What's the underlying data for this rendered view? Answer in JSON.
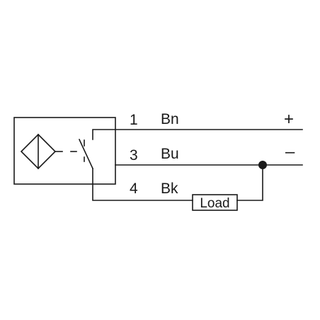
{
  "diagram": {
    "terminals": [
      {
        "number": "1",
        "code": "Bn",
        "polarity": "+"
      },
      {
        "number": "3",
        "code": "Bu",
        "polarity": "–"
      },
      {
        "number": "4",
        "code": "Bk",
        "polarity": ""
      }
    ],
    "load_label": "Load",
    "colors": {
      "line": "#1a1a1a",
      "background": "#ffffff"
    },
    "icons": [
      "inductive-sensor-symbol-icon",
      "switch-contact-icon",
      "junction-dot-icon"
    ]
  }
}
